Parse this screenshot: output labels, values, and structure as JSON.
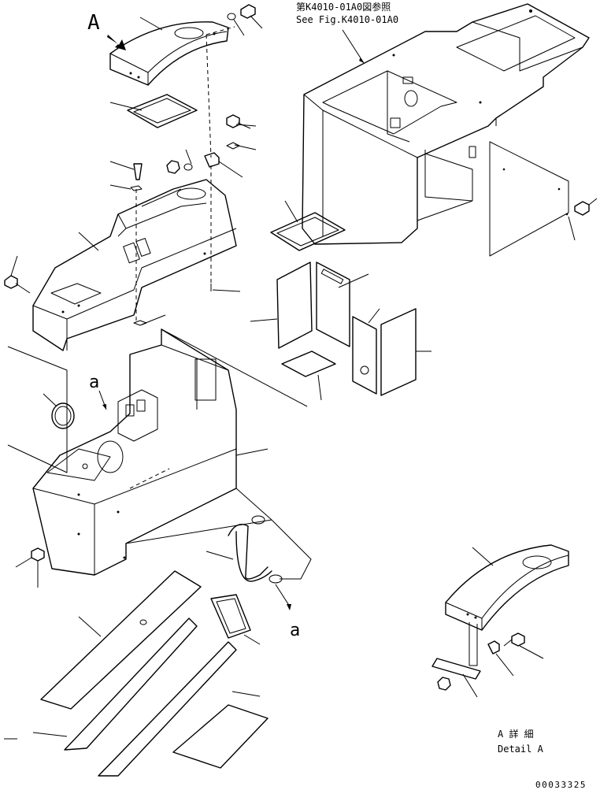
{
  "reference_note": {
    "line1": "第K4010-01A0図参照",
    "line2": "See Fig.K4010-01A0"
  },
  "view_label": "A",
  "callout_small_a": "a",
  "callout_small_a_bottom": "a",
  "detail_caption": {
    "jp": "A 詳 細",
    "en": "Detail A"
  },
  "drawing_number": "00033325"
}
